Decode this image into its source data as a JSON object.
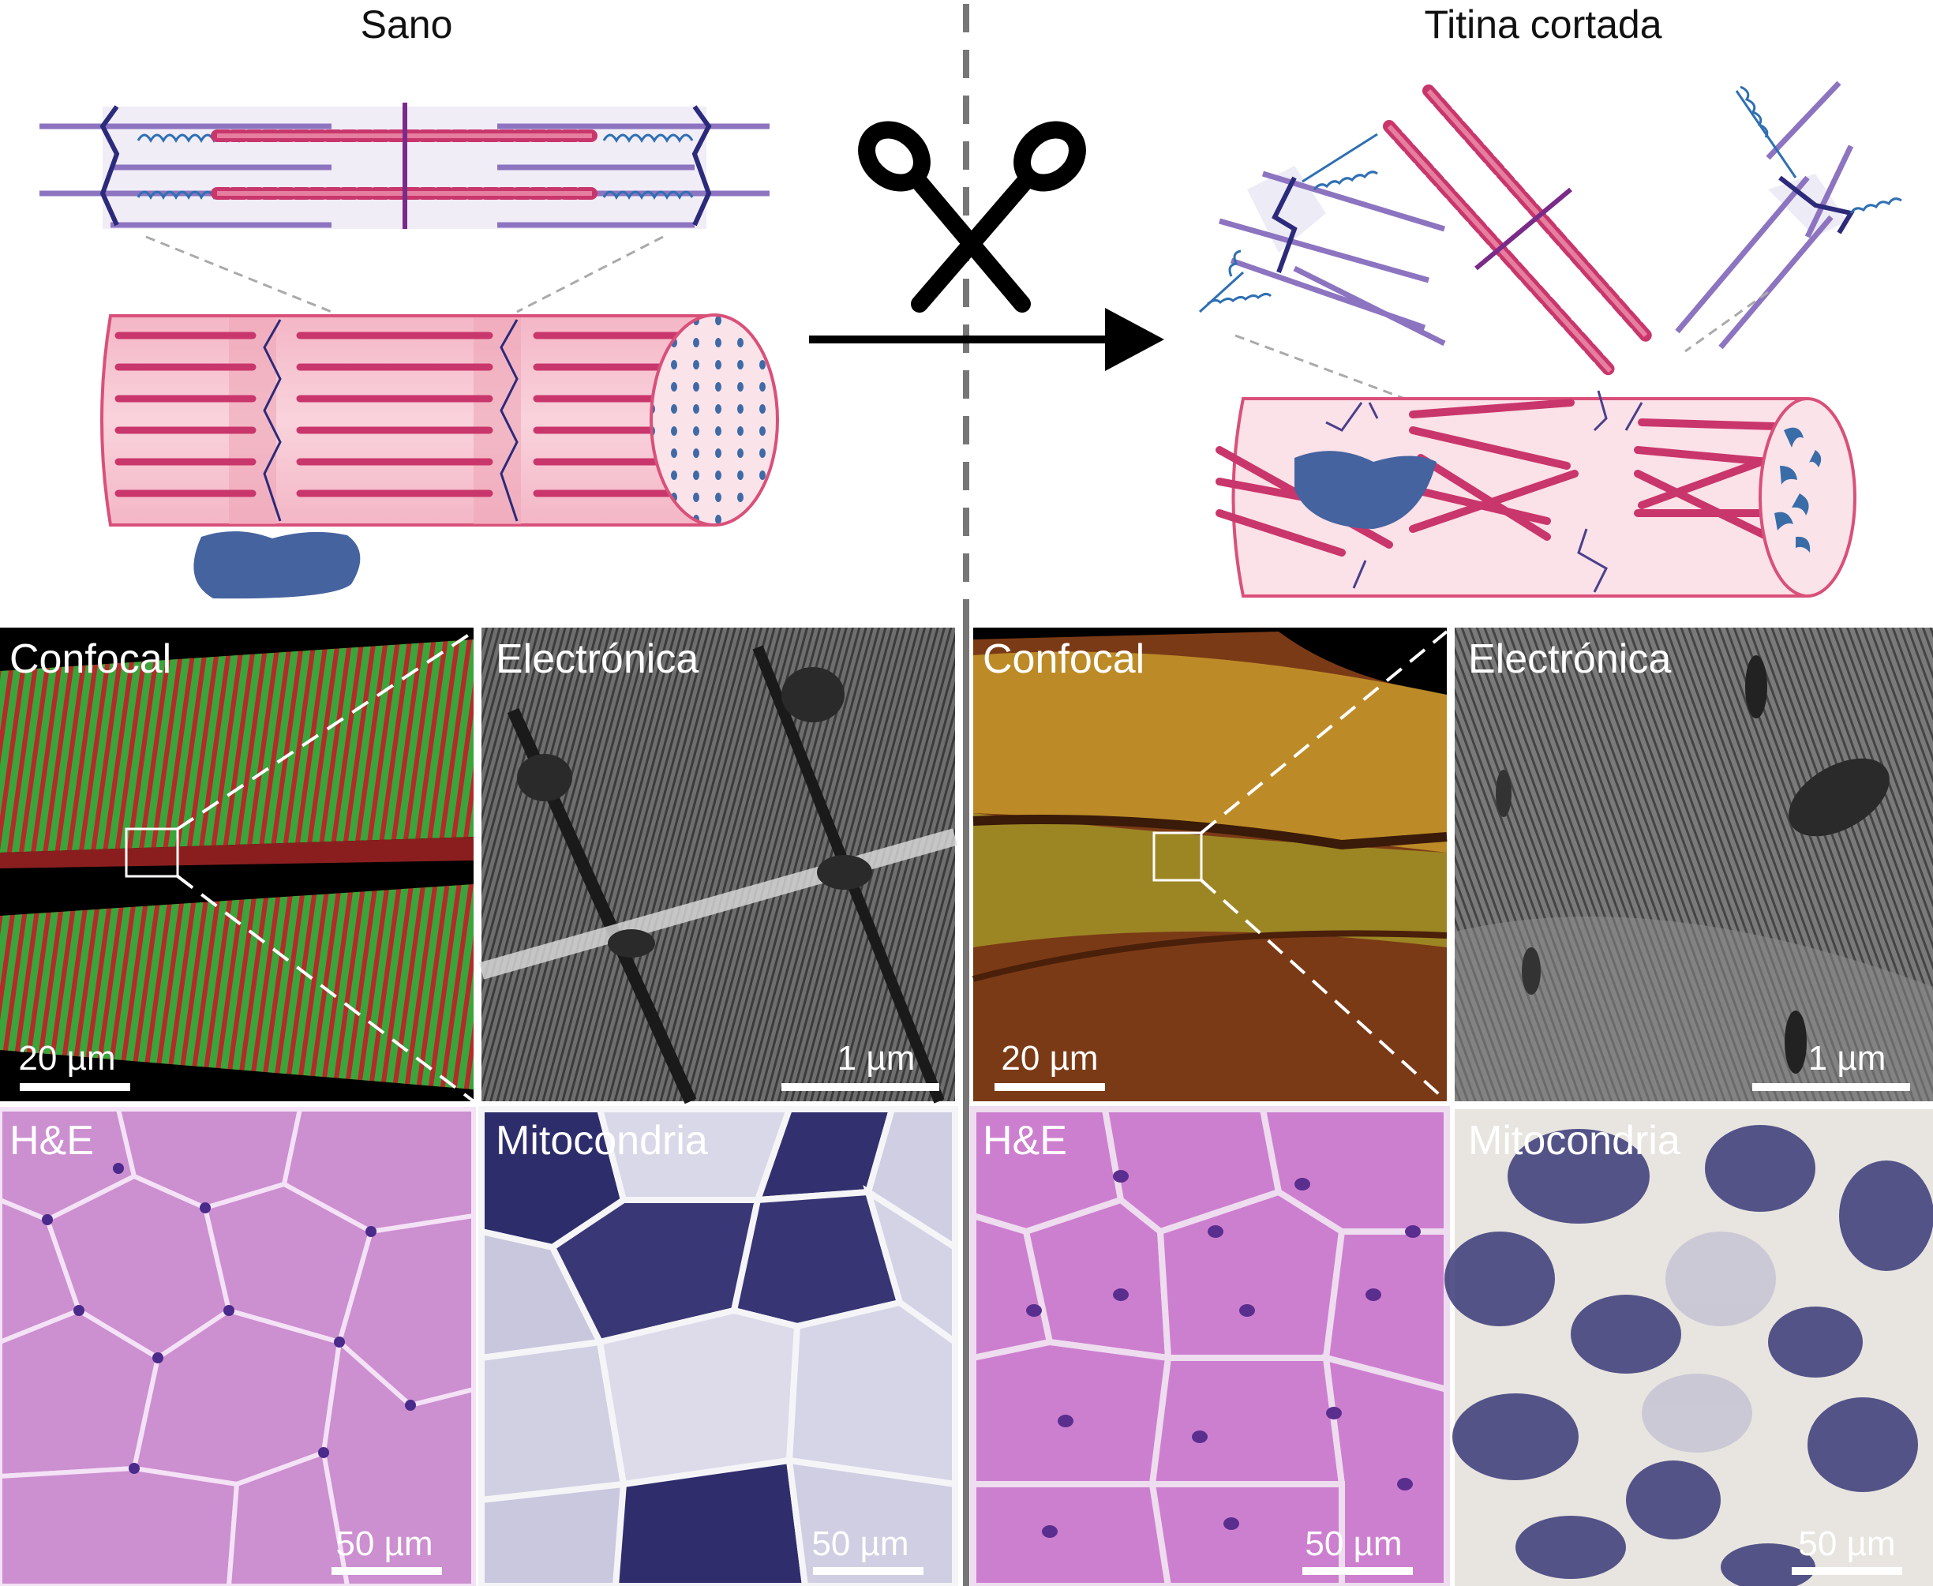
{
  "headers": {
    "left": "Sano",
    "right": "Titina cortada"
  },
  "panels": {
    "left_confocal": {
      "label": "Confocal",
      "scale": "20 µm"
    },
    "left_electron": {
      "label": "Electrónica",
      "scale": "1 µm"
    },
    "right_confocal": {
      "label": "Confocal",
      "scale": "20 µm"
    },
    "right_electron": {
      "label": "Electrónica",
      "scale": "1 µm"
    },
    "left_he": {
      "label": "H&E",
      "scale": "50 µm"
    },
    "left_mito": {
      "label": "Mitocondria",
      "scale": "50 µm"
    },
    "right_he": {
      "label": "H&E",
      "scale": "50 µm"
    },
    "right_mito": {
      "label": "Mitocondria",
      "scale": "50 µm"
    }
  },
  "colors": {
    "myosin": "#c9366b",
    "myosin_light": "#e67f9f",
    "fiber_fill": "#f7cad5",
    "fiber_band": "#eea6b8",
    "titin": "#4a3f8c",
    "actin": "#8d74c0",
    "nucleus": "#45639f",
    "divider": "#777777"
  },
  "icons": {
    "cut": "scissors-icon",
    "transition": "arrow-right-icon"
  }
}
